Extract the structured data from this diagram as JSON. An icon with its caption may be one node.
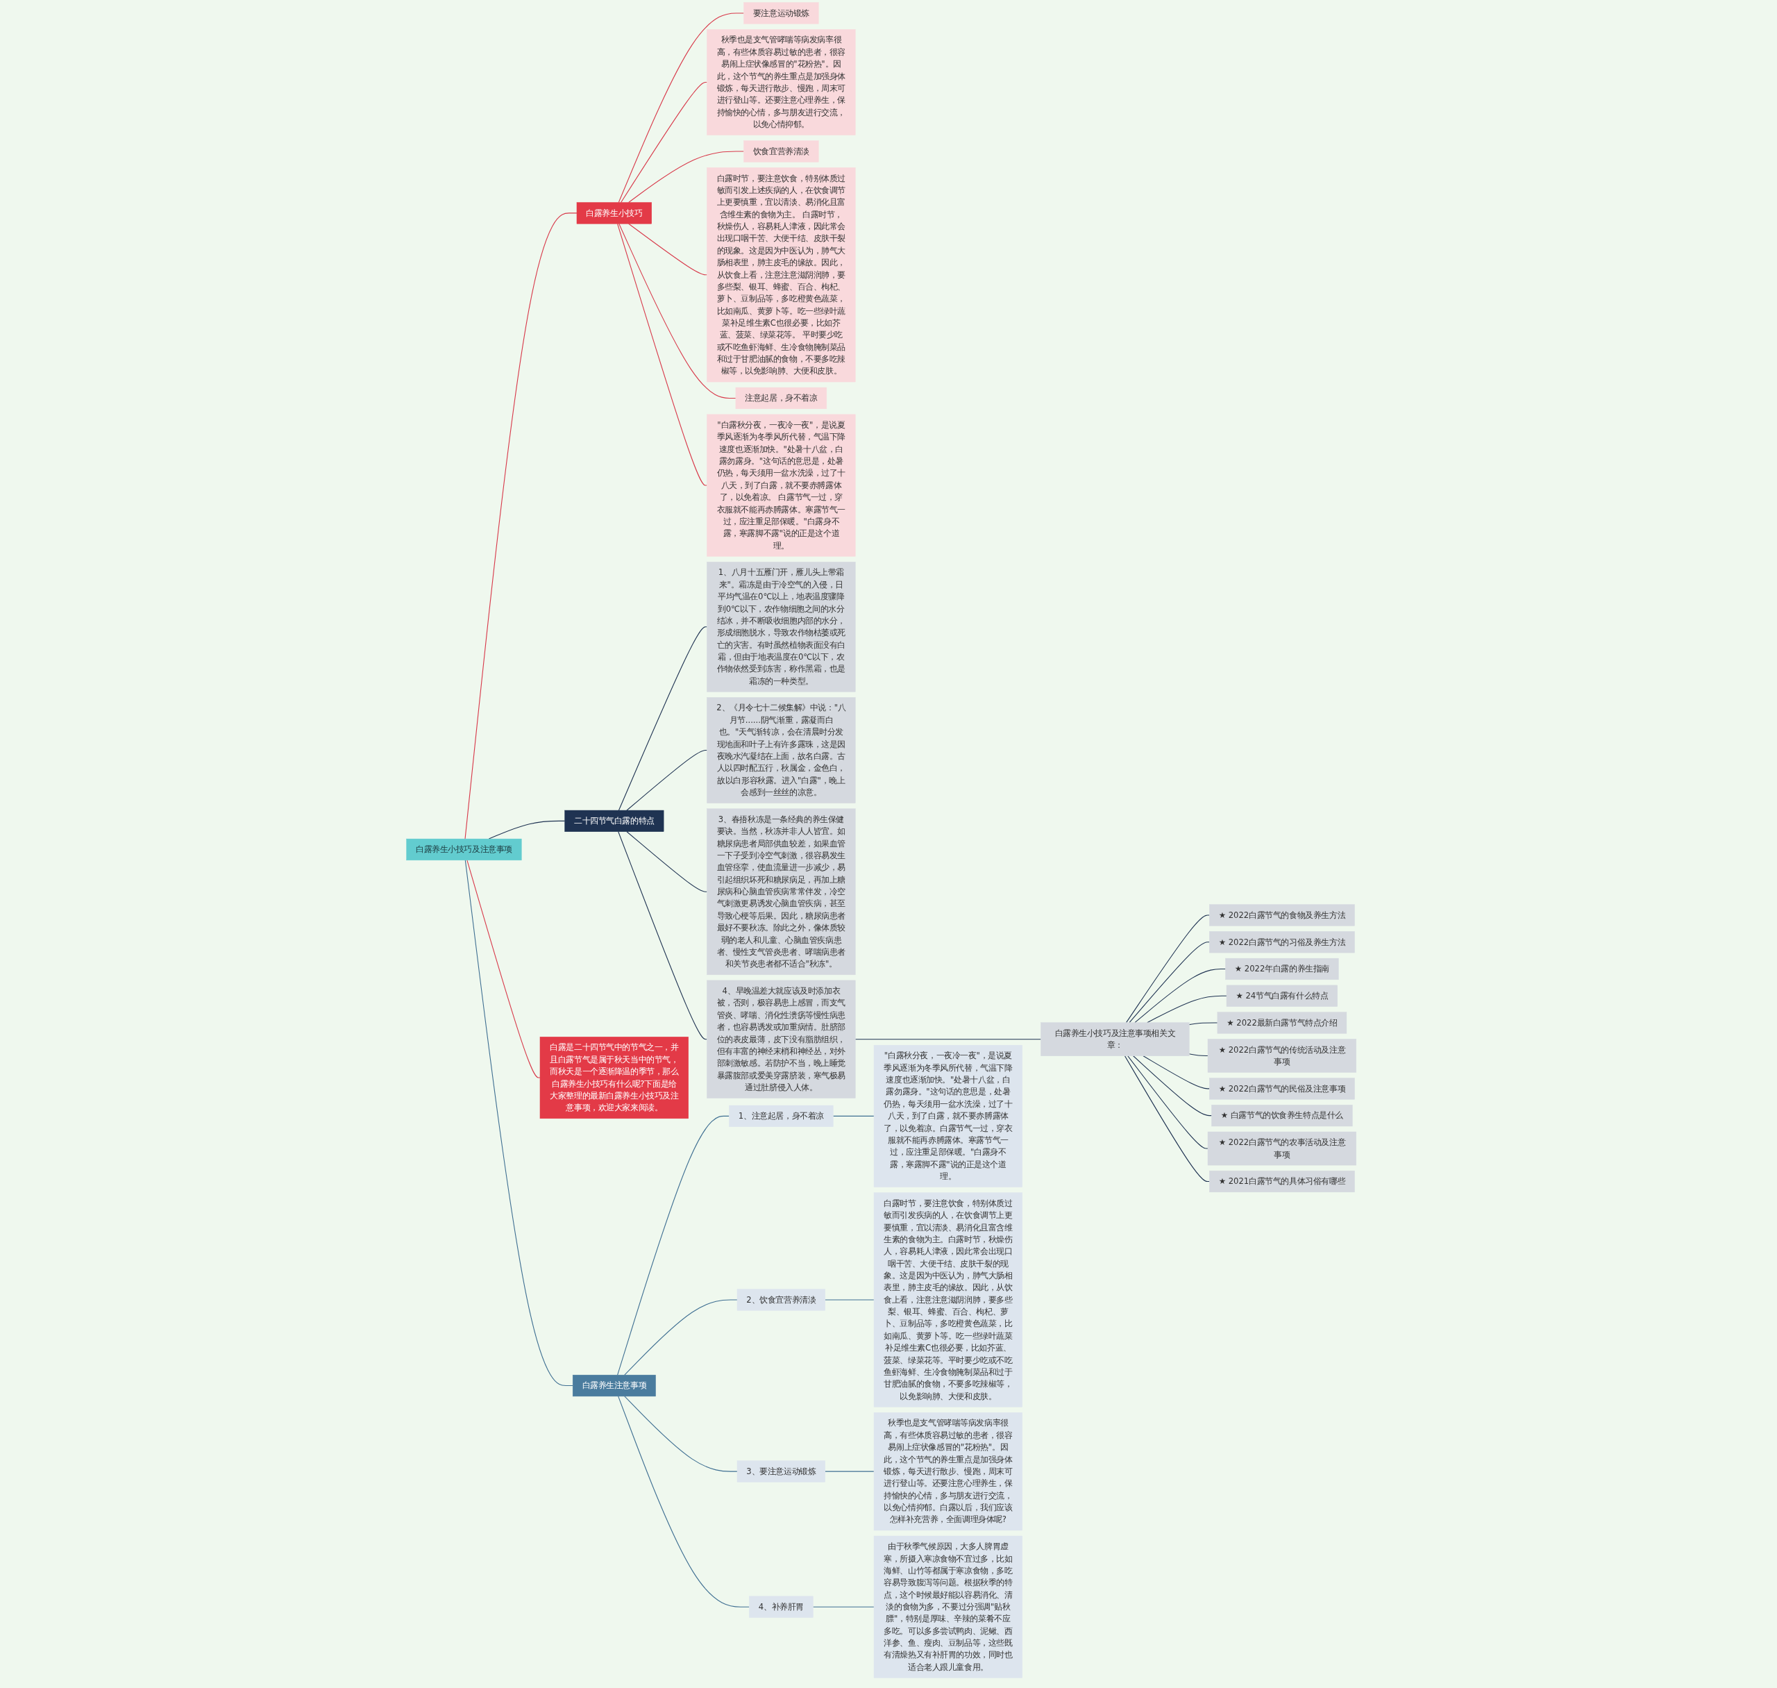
{
  "diagram": {
    "nodes": [
      {
        "text": [
          "白露养生小技巧及注意事项"
        ]
      },
      {
        "text": [
          "白露养生小技巧"
        ]
      },
      {
        "text": [
          "要注意运动锻炼"
        ]
      },
      {
        "text": [
          "秋季也是支气管哮喘等病发病率很高，有些体质容易过敏的患者，很容易闹上症状像感冒的\"花粉热\"。因此，这个节气的养生重点是加强身体锻炼，每天进行散步、慢跑，周末可进行登山等。还要注意心理养生，保持愉快的心情，多与朋友进行交流，以免心情抑郁。"
        ]
      },
      {
        "text": [
          "饮食宜营养清淡"
        ]
      },
      {
        "text": [
          "白露时节，要注意饮食，特别体质过敏而引发上述疾病的人，在饮食调节上更要慎重，宜以清淡、易消化且富含维生素的食物为主。 白露时节，秋燥伤人，容易耗人津液，因此常会出现口咽干苦、大便干结、皮肤干裂的现象。这是因为中医认为，肺气大肠相表里，肺主皮毛的缘故。因此，从饮食上看，注意注意滋阴润肺，要多些梨、银耳、蜂蜜、百合、枸杞、萝卜、豆制品等，多吃橙黄色蔬菜，比如南瓜、黄萝卜等。吃一些绿叶蔬菜补足维生素C也很必要，比如芥蓝、菠菜、绿菜花等。 平时要少吃或不吃鱼虾海鲜、生冷食物腌制菜品和过于甘肥油腻的食物，不要多吃辣椒等，以免影响肺、大便和皮肤。"
        ]
      },
      {
        "text": [
          "注意起居，身不着凉"
        ]
      },
      {
        "text": [
          "\"白露秋分夜，一夜冷一夜\"，是说夏季风逐渐为冬季风所代替，气温下降速度也逐渐加快。\"处暑十八盆，白露勿露身。\"这句话的意思是，处暑仍热，每天须用一盆水洗澡，过了十八天，到了白露，就不要赤膊露体了，以免着凉。 白露节气一过，穿衣服就不能再赤膊露体。寒露节气一过，应注重足部保暖。\"白露身不露，寒露脚不露\"说的正是这个道理。"
        ]
      },
      {
        "text": [
          "二十四节气白露的特点"
        ]
      },
      {
        "text": [
          "1、八月十五雁门开，雁儿头上带霜来\"。霜冻是由于冷空气的入侵，日平均气温在0℃以上，地表温度骤降到0℃以下，农作物细胞之间的水分结冰，并不断吸收细胞内部的水分，形成细胞脱水，导致农作物枯萎或死亡的灾害。有时虽然植物表面没有白霜，但由于地表温度在0℃以下，农作物依然受到冻害，称作黑霜，也是霜冻的一种类型。"
        ]
      },
      {
        "text": [
          "2、《月令七十二候集解》中说：\"八月节......阴气渐重，露凝而白也。\"天气渐转凉，会在清晨时分发现地面和叶子上有许多露珠，这是因夜晚水汽凝结在上面，故名白露。古人以四时配五行，秋属金，金色白，故以白形容秋露。进入\"白露\"，晚上会感到一丝丝的凉意。"
        ]
      },
      {
        "text": [
          "3、春捂秋冻是一条经典的养生保健要诀。当然，秋冻并非人人皆宜。如糖尿病患者局部供血较差，如果血管一下子受到冷空气刺激，很容易发生血管痉挛，使血流量进一步减少，易引起组织坏死和糖尿病足，再加上糖尿病和心脑血管疾病常常伴发，冷空气刺激更易诱发心脑血管疾病，甚至导致心梗等后果。因此，糖尿病患者最好不要秋冻。除此之外，像体质较弱的老人和儿童、心脑血管疾病患者、慢性支气管炎患者、哮喘病患者和关节炎患者都不适合\"秋冻\"。"
        ]
      },
      {
        "text": [
          "4、早晚温差大就应该及时添加衣被，否则，极容易患上感冒，而支气管炎、哮喘、消化性溃疡等慢性病患者，也容易诱发或加重病情。肚脐部位的表皮最薄，皮下没有脂肪组织，但有丰富的神经末梢和神经丛，对外部刺激敏感。若防护不当，晚上睡觉暴露腹部或爱美穿露脐装，寒气极易通过肚脐侵入人体。"
        ]
      },
      {
        "text": [
          "白露养生小技巧及注意事项相关文章："
        ]
      },
      {
        "text": [
          "★ 2022白露节气的食物及养生方法"
        ]
      },
      {
        "text": [
          "★ 2022白露节气的习俗及养生方法"
        ]
      },
      {
        "text": [
          "★ 2022年白露的养生指南"
        ]
      },
      {
        "text": [
          "★ 24节气白露有什么特点"
        ]
      },
      {
        "text": [
          "★ 2022最新白露节气特点介绍"
        ]
      },
      {
        "text": [
          "★ 2022白露节气的传统活动及注意事项"
        ]
      },
      {
        "text": [
          "★ 2022白露节气的民俗及注意事项"
        ]
      },
      {
        "text": [
          "★ 白露节气的饮食养生特点是什么"
        ]
      },
      {
        "text": [
          "★ 2022白露节气的农事活动及注意事项"
        ]
      },
      {
        "text": [
          "★ 2021白露节气的具体习俗有哪些"
        ]
      },
      {
        "text": [
          "白露是二十四节气中的节气之一，并且白露节气是属于秋天当中的节气，而秋天是一个逐渐降温的季节，那么白露养生小技巧有什么呢?下面是给大家整理的最新白露养生小技巧及注意事项，欢迎大家来阅读。"
        ]
      },
      {
        "text": [
          "白露养生注意事项"
        ]
      },
      {
        "text": [
          "1、注意起居，身不着凉"
        ]
      },
      {
        "text": [
          "\"白露秋分夜，一夜冷一夜\"，是说夏季风逐渐为冬季风所代替，气温下降速度也逐渐加快。\"处暑十八盆，白露勿露身。\"这句话的意思是，处暑仍热，每天须用一盆水洗澡，过了十八天，到了白露，就不要赤膊露体了，以免着凉。白露节气一过，穿衣服就不能再赤膊露体。寒露节气一过，应注重足部保暖。\"白露身不露，寒露脚不露\"说的正是这个道理。"
        ]
      },
      {
        "text": [
          "2、饮食宜营养清淡"
        ]
      },
      {
        "text": [
          "白露时节，要注意饮食，特别体质过敏而引发疾病的人，在饮食调节上更要慎重，宜以清淡、易消化且富含维生素的食物为主。白露时节，秋燥伤人，容易耗人津液，因此常会出现口咽干苦、大便干结、皮肤干裂的现象。这是因为中医认为，肺气大肠相表里，肺主皮毛的缘故。因此，从饮食上看，注意注意滋阴润肺，要多些梨、银耳、蜂蜜、百合、枸杞、萝卜、豆制品等，多吃橙黄色蔬菜，比如南瓜、黄萝卜等。吃一些绿叶蔬菜补足维生素C也很必要，比如芥蓝、菠菜、绿菜花等。平时要少吃或不吃鱼虾海鲜、生冷食物腌制菜品和过于甘肥油腻的食物，不要多吃辣椒等，以免影响肺、大便和皮肤。"
        ]
      },
      {
        "text": [
          "3、要注意运动锻炼"
        ]
      },
      {
        "text": [
          "秋季也是支气管哮喘等病发病率很高，有些体质容易过敏的患者，很容易闹上症状像感冒的\"花粉热\"。因此，这个节气的养生重点是加强身体锻炼，每天进行散步、慢跑，周末可进行登山等。还要注意心理养生，保持愉快的心情，多与朋友进行交流，以免心情抑郁。白露以后，我们应该怎样补充营养，全面调理身体呢?"
        ]
      },
      {
        "text": [
          "4、补养肝胃"
        ]
      },
      {
        "text": [
          "由于秋季气候原因，大多人脾胃虚寒，所摄入寒凉食物不宜过多，比如海鲜、山竹等都属于寒凉食物，多吃容易导致腹泻等问题。根据秋季的特点，这个时候最好能以容易消化、清淡的食物为多，不要过分强调\"贴秋膘\"，特别是厚味、辛辣的菜肴不应多吃。可以多多尝试鸭肉、泥鳅、西洋参、鱼、瘦肉、豆制品等，这些既有清燥热又有补肝胃的功效，同时也适合老人跟儿童食用。"
        ]
      }
    ],
    "edges": [
      {
        "from": 0,
        "to": 1,
        "arrow": "none",
        "color": "#d8394a"
      },
      {
        "from": 1,
        "to": 2,
        "arrow": "none",
        "color": "#d8394a"
      },
      {
        "from": 1,
        "to": 3,
        "arrow": "none",
        "color": "#d8394a"
      },
      {
        "from": 1,
        "to": 4,
        "arrow": "none",
        "color": "#d8394a"
      },
      {
        "from": 1,
        "to": 5,
        "arrow": "none",
        "color": "#d8394a"
      },
      {
        "from": 1,
        "to": 6,
        "arrow": "none",
        "color": "#d8394a"
      },
      {
        "from": 1,
        "to": 7,
        "arrow": "none",
        "color": "#d8394a"
      },
      {
        "from": 0,
        "to": 8,
        "arrow": "none"
      },
      {
        "from": 8,
        "to": 9,
        "arrow": "none"
      },
      {
        "from": 8,
        "to": 10,
        "arrow": "none"
      },
      {
        "from": 8,
        "to": 11,
        "arrow": "none"
      },
      {
        "from": 8,
        "to": 12,
        "arrow": "none"
      },
      {
        "from": 12,
        "to": 13,
        "arrow": "none"
      },
      {
        "from": 13,
        "to": 14,
        "arrow": "none"
      },
      {
        "from": 13,
        "to": 15,
        "arrow": "none"
      },
      {
        "from": 13,
        "to": 16,
        "arrow": "none"
      },
      {
        "from": 13,
        "to": 17,
        "arrow": "none"
      },
      {
        "from": 13,
        "to": 18,
        "arrow": "none"
      },
      {
        "from": 13,
        "to": 19,
        "arrow": "none"
      },
      {
        "from": 13,
        "to": 20,
        "arrow": "none"
      },
      {
        "from": 13,
        "to": 21,
        "arrow": "none"
      },
      {
        "from": 13,
        "to": 22,
        "arrow": "none"
      },
      {
        "from": 13,
        "to": 23,
        "arrow": "none"
      },
      {
        "from": 0,
        "to": 24,
        "arrow": "none",
        "color": "#d8394a"
      },
      {
        "from": 0,
        "to": 25,
        "arrow": "none",
        "color": "#3f6f92"
      },
      {
        "from": 25,
        "to": 26,
        "arrow": "none",
        "color": "#3f6f92"
      },
      {
        "from": 26,
        "to": 27,
        "arrow": "none",
        "color": "#3f6f92"
      },
      {
        "from": 25,
        "to": 28,
        "arrow": "none",
        "color": "#3f6f92"
      },
      {
        "from": 28,
        "to": 29,
        "arrow": "none",
        "color": "#3f6f92"
      },
      {
        "from": 25,
        "to": 30,
        "arrow": "none",
        "color": "#3f6f92"
      },
      {
        "from": 30,
        "to": 31,
        "arrow": "none",
        "color": "#3f6f92"
      },
      {
        "from": 25,
        "to": 32,
        "arrow": "none",
        "color": "#3f6f92"
      },
      {
        "from": 32,
        "to": 33,
        "arrow": "none",
        "color": "#3f6f92"
      }
    ]
  }
}
